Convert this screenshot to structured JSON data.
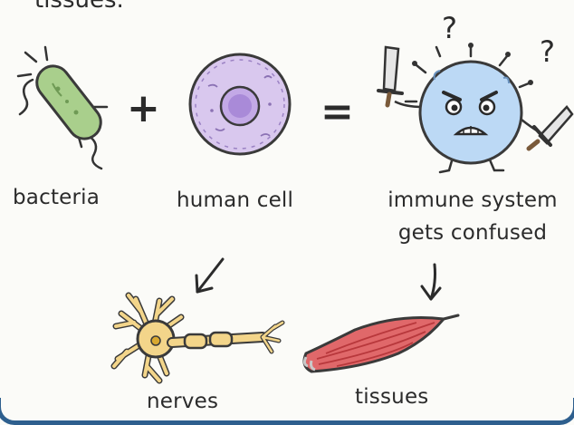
{
  "caption_fragment": "tissues.",
  "operators": {
    "plus": "+",
    "equals": "="
  },
  "labels": {
    "bacteria": "bacteria",
    "human_cell": "human cell",
    "immune_line1": "immune system",
    "immune_line2": "gets confused",
    "nerves": "nerves",
    "tissues": "tissues"
  },
  "question_marks": [
    "?",
    "?"
  ],
  "colors": {
    "bacteria_fill": "#a9cf8c",
    "cell_fill": "#d9c8ee",
    "nucleus_fill": "#a98ad8",
    "immune_fill": "#bcd9f5",
    "neuron_fill": "#f3d58a",
    "muscle_fill": "#e0686a",
    "frame": "#2e5f8e"
  }
}
